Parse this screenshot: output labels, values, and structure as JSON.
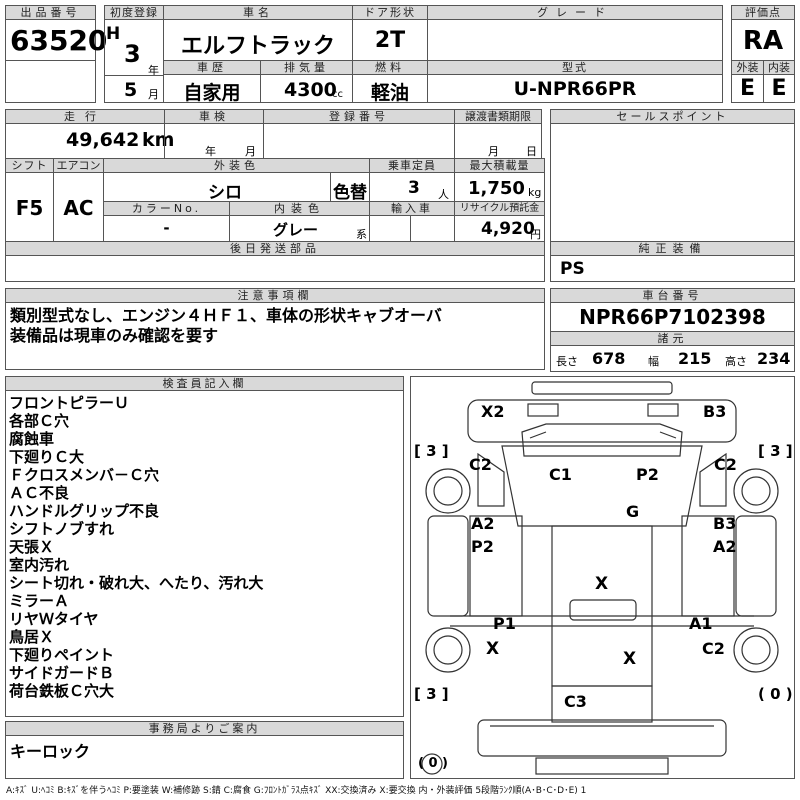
{
  "header": {
    "lot_no_label": "出品番号",
    "lot_no": "63520",
    "first_reg_label": "初度登録",
    "era": "H",
    "year": "3",
    "year_unit": "年",
    "month": "5",
    "month_unit": "月",
    "car_name_label": "車名",
    "car_name": "エルフトラック",
    "door_label": "ドア形状",
    "door": "2T",
    "grade_label": "グレード",
    "grade": "",
    "score_label": "評価点",
    "score": "RA",
    "history_label": "車歴",
    "history": "自家用",
    "displacement_label": "排気量",
    "displacement": "4300",
    "displacement_unit": "cc",
    "fuel_label": "燃料",
    "fuel": "軽油",
    "model_label": "型式",
    "model": "U-NPR66PR",
    "exterior_label": "外装",
    "exterior": "E",
    "interior_label": "内装",
    "interior": "E"
  },
  "row2": {
    "mileage_label": "走行",
    "mileage": "49,642",
    "mileage_unit": "km",
    "inspection_label": "車検",
    "insp_year_unit": "年",
    "insp_month_unit": "月",
    "reg_no_label": "登録番号",
    "reg_no": "",
    "transfer_label": "譲渡書類期限",
    "transfer_month": "月",
    "transfer_day": "日",
    "sales_point_label": "セールスポイント",
    "sales_point": ""
  },
  "row3": {
    "shift_label": "シフト",
    "shift": "F5",
    "ac_label": "エアコン",
    "ac": "AC",
    "ext_color_label": "外装色",
    "ext_color": "シロ",
    "color_change": "色替",
    "capacity_label": "乗車定員",
    "capacity": "3",
    "capacity_unit": "人",
    "max_load_label": "最大積載量",
    "max_load": "1,750",
    "max_load_unit": "kg",
    "color_no_label": "カラーNo.",
    "color_no": "-",
    "int_color_label": "内装色",
    "int_color": "グレー",
    "int_color_suffix": "系",
    "import_label": "輸入車",
    "import": "",
    "recycle_label": "リサイクル預託金",
    "recycle": "4,920",
    "recycle_unit": "円"
  },
  "delivery": {
    "label": "後日発送部品",
    "value": ""
  },
  "genuine": {
    "label": "純正装備",
    "value": "PS"
  },
  "notes": {
    "label": "注意事項欄",
    "lines": [
      "類別型式なし、エンジン４ＨＦ１、車体の形状キャブオーバ",
      "装備品は現車のみ確認を要す"
    ]
  },
  "chassis": {
    "label": "車台番号",
    "value": "NPR66P7102398",
    "dims_label": "諸元",
    "length_label": "長さ",
    "length": "678",
    "width_label": "幅",
    "width": "215",
    "height_label": "高さ",
    "height": "234"
  },
  "inspector": {
    "label": "検査員記入欄",
    "lines": [
      "フロントピラーＵ",
      "各部Ｃ穴",
      "腐蝕車",
      "下廻りＣ大",
      "Ｆクロスメンバ－Ｃ穴",
      "ＡＣ不良",
      "ハンドルグリップ不良",
      "シフトノブすれ",
      "天張Ｘ",
      "室内汚れ",
      "シート切れ・破れ大、へたり、汚れ大",
      "ミラーＡ",
      "リヤＷタイヤ",
      "鳥居Ｘ",
      "下廻りペイント",
      "サイドガードＢ",
      "荷台鉄板Ｃ穴大"
    ]
  },
  "office": {
    "label": "事務局よりご案内",
    "value": "キーロック"
  },
  "diagram": {
    "marks": {
      "x2": "X2",
      "b3_top": "B3",
      "c2_left": "C2",
      "c2_right": "C2",
      "c1": "C1",
      "p2_center": "P2",
      "g": "G",
      "a2_left": "A2",
      "p2_left": "P2",
      "b3_right": "B3",
      "a2_right": "A2",
      "x_center": "X",
      "p1": "P1",
      "a1": "A1",
      "x_left": "X",
      "x_lower": "X",
      "c2_lower_right": "C2",
      "c3": "C3"
    },
    "tires": {
      "front_left": "[ 3 ]",
      "front_right": "[ 3 ]",
      "rear_left": "[ 3 ]",
      "rear_right": "( 0 )",
      "spare": "( 0 )"
    }
  },
  "legend": "A:ｷｽﾞ U:ﾍｺﾐ B:ｷｽﾞを伴うﾍｺﾐ P:要塗装 W:補修跡 S:錆 C:腐食 G:ﾌﾛﾝﾄｶﾞﾗｽ点ｷｽﾞ XX:交換済み X:要交換 内・外装評価 5段階ﾗﾝｸ順(A･B･C･D･E) 1"
}
